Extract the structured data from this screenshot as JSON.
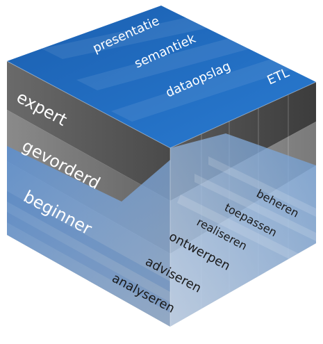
{
  "top_face": {
    "labels": [
      "presentatie",
      "semantiek",
      "dataopslag",
      "ETL"
    ],
    "color": "#1f6dc4"
  },
  "left_face": {
    "labels": [
      "expert",
      "gevorderd",
      "beginner"
    ],
    "colors": [
      "#5d5d5d",
      "#7a7a7a",
      "#b8c6d8"
    ]
  },
  "right_face": {
    "labels": [
      "beheren",
      "toepassen",
      "realiseren",
      "ontwerpen",
      "adviseren",
      "analyseren"
    ],
    "colors": [
      "#474747",
      "#8e8e8e",
      "#cbd6e4"
    ]
  }
}
